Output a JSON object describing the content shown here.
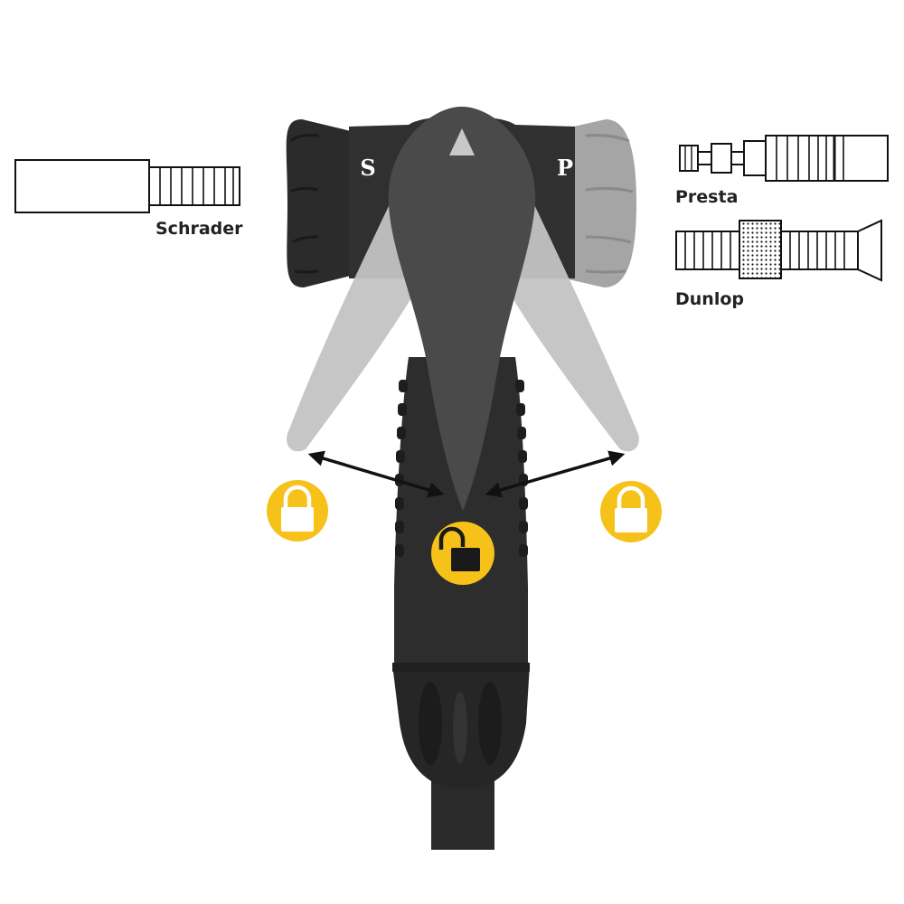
{
  "valves": {
    "schrader": "Schrader",
    "presta": "Presta",
    "dunlop": "Dunlop"
  },
  "head": {
    "left_side_letter": "S",
    "right_side_letter": "P"
  },
  "lock_states": {
    "left": "locked",
    "center": "unlocked",
    "right": "locked"
  },
  "colors": {
    "background": "#ffffff",
    "pump_body": "#2a2a2a",
    "lever": "#4a4a4a",
    "lever_ghost": "#bcbcbc",
    "lock_badge": "#f6c21a",
    "lock_icon": "#ffffff",
    "arrow": "#111111",
    "line_art": "#111111"
  }
}
